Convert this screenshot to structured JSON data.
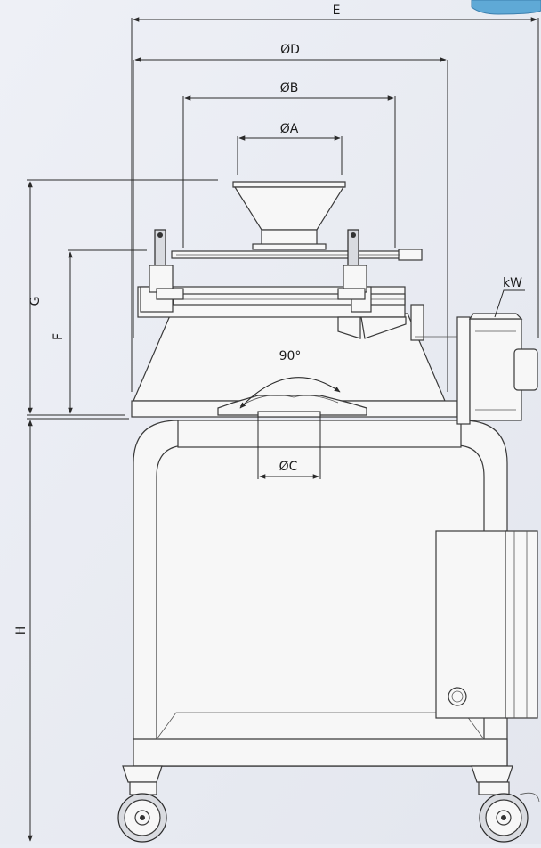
{
  "labels": {
    "E": "E",
    "D": "ØD",
    "B": "ØB",
    "A": "ØA",
    "C": "ØC",
    "G": "G",
    "F": "F",
    "H": "H",
    "angle": "90°",
    "power": "kW"
  },
  "colors": {
    "background": "#e9ecf3",
    "line": "#2a2a2a",
    "fill": "#f7f7f7",
    "corner_accent": "#5fa9d6"
  }
}
